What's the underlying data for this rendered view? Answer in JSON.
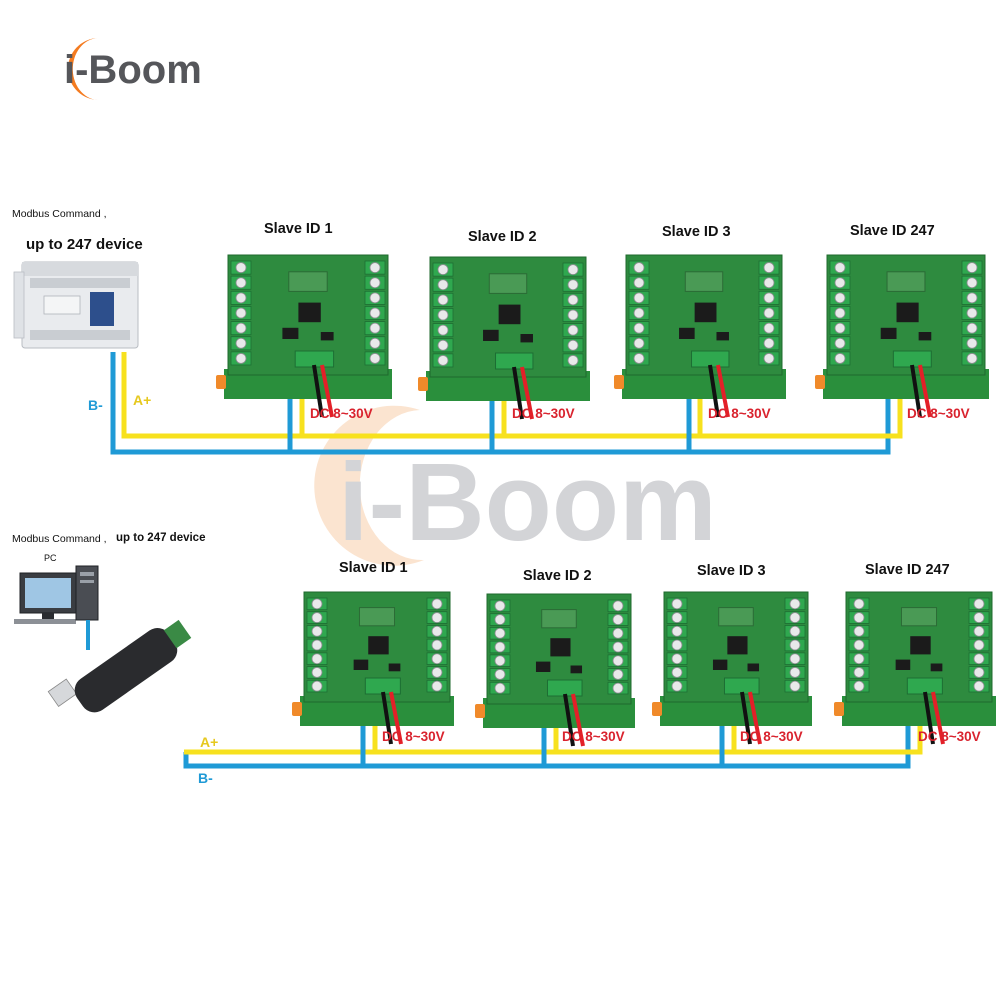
{
  "brand": {
    "logo_text": "i-Boom",
    "watermark_text": "i-Boom",
    "orange": "#f47b20",
    "gray": "#55565a"
  },
  "colors": {
    "b_wire": "#1f9ad6",
    "a_wire": "#f7e11e",
    "power_red": "#e32028",
    "power_black": "#111111",
    "board_green": "#2e8b3f",
    "terminal_green": "#2fa84f"
  },
  "top_section": {
    "command_label": "Modbus Command ,",
    "device_count_label": "up to 247 device",
    "master_icon": "plc-icon",
    "b_label": "B-",
    "a_label": "A+",
    "slaves": [
      {
        "label": "Slave ID 1",
        "power_label": "DC 8~30V"
      },
      {
        "label": "Slave ID 2",
        "power_label": "DC 8~30V"
      },
      {
        "label": "Slave ID 3",
        "power_label": "DC 8~30V"
      },
      {
        "label": "Slave ID 247",
        "power_label": "DC 8~30V"
      }
    ]
  },
  "bottom_section": {
    "command_label": "Modbus Command ,",
    "device_count_label": "up to 247 device",
    "pc_label": "PC",
    "master_icon": "computer-icon",
    "adapter_icon": "usb-adapter-icon",
    "b_label": "B-",
    "a_label": "A+",
    "slaves": [
      {
        "label": "Slave ID 1",
        "power_label": "DC 8~30V"
      },
      {
        "label": "Slave ID 2",
        "power_label": "DC 8~30V"
      },
      {
        "label": "Slave ID 3",
        "power_label": "DC 8~30V"
      },
      {
        "label": "Slave ID 247",
        "power_label": "DC 8~30V"
      }
    ]
  }
}
